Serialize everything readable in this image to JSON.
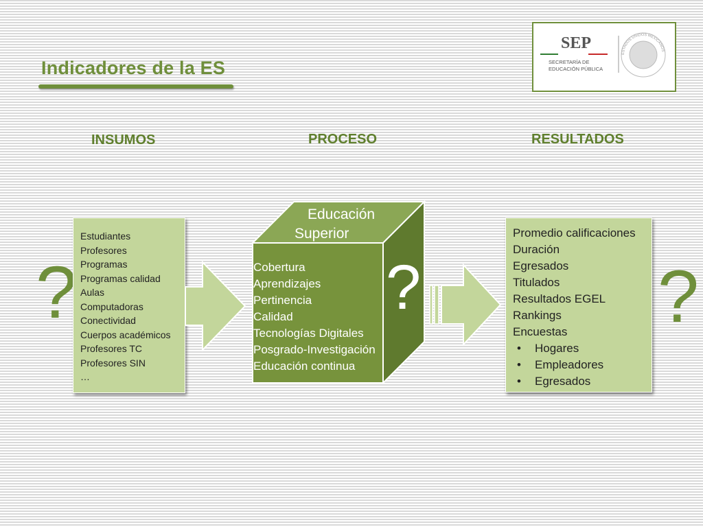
{
  "title": "Indicadores de la ES",
  "headers": {
    "insumos": "INSUMOS",
    "proceso": "PROCESO",
    "resultados": "RESULTADOS"
  },
  "logo": {
    "brand": "SEP",
    "line1": "SECRETARÍA DE",
    "line2": "EDUCACIÓN PÚBLICA",
    "seal_text": "ESTADOS UNIDOS MEXICANOS"
  },
  "insumos": [
    "Estudiantes",
    "Profesores",
    "Programas",
    "Programas calidad",
    "Aulas",
    "Computadoras",
    "Conectividad",
    "Cuerpos académicos",
    "Profesores TC",
    "Profesores SIN",
    "…"
  ],
  "cube": {
    "title_line1": "Educación",
    "title_line2": "Superior",
    "side_mark": "?",
    "items": [
      "Cobertura",
      "Aprendizajes",
      "Pertinencia",
      "Calidad",
      "Tecnologías Digitales",
      "Posgrado-Investigación",
      "Educación continua"
    ]
  },
  "resultados": {
    "items": [
      "Promedio calificaciones",
      "Duración",
      "Egresados",
      "Titulados",
      "Resultados EGEL",
      "Rankings",
      "Encuestas"
    ],
    "bullets": [
      "Hogares",
      "Empleadores",
      "Egresados"
    ]
  },
  "question_left": "?",
  "question_right": "?",
  "colors": {
    "accent": "#6f8f3b",
    "panel": "#c3d69b",
    "cube_front": "#77933c",
    "cube_top": "#8ba755",
    "cube_side": "#5f7a2e"
  }
}
